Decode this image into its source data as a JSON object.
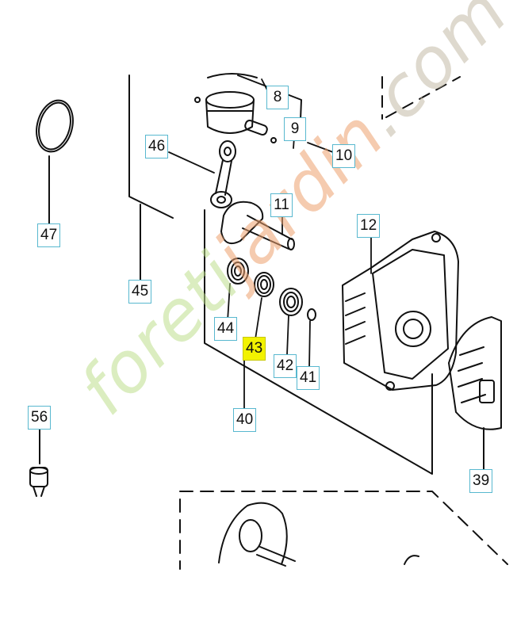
{
  "callouts": [
    {
      "id": "8",
      "text": "8",
      "highlight": false
    },
    {
      "id": "9",
      "text": "9",
      "highlight": false
    },
    {
      "id": "10",
      "text": "10",
      "highlight": false
    },
    {
      "id": "11",
      "text": "11",
      "highlight": false
    },
    {
      "id": "12",
      "text": "12",
      "highlight": false
    },
    {
      "id": "39",
      "text": "39",
      "highlight": false
    },
    {
      "id": "40",
      "text": "40",
      "highlight": false
    },
    {
      "id": "41",
      "text": "41",
      "highlight": false
    },
    {
      "id": "42",
      "text": "42",
      "highlight": false
    },
    {
      "id": "43",
      "text": "43",
      "highlight": true
    },
    {
      "id": "44",
      "text": "44",
      "highlight": false
    },
    {
      "id": "45",
      "text": "45",
      "highlight": false
    },
    {
      "id": "46",
      "text": "46",
      "highlight": false
    },
    {
      "id": "47",
      "text": "47",
      "highlight": false
    },
    {
      "id": "56",
      "text": "56",
      "highlight": false
    }
  ],
  "watermark": {
    "part1": "foreti",
    "part2": "jardin",
    "part3": ".com"
  },
  "colors": {
    "callout_border": "#58b8cf",
    "highlight": "#f2f200",
    "line": "#111111"
  }
}
